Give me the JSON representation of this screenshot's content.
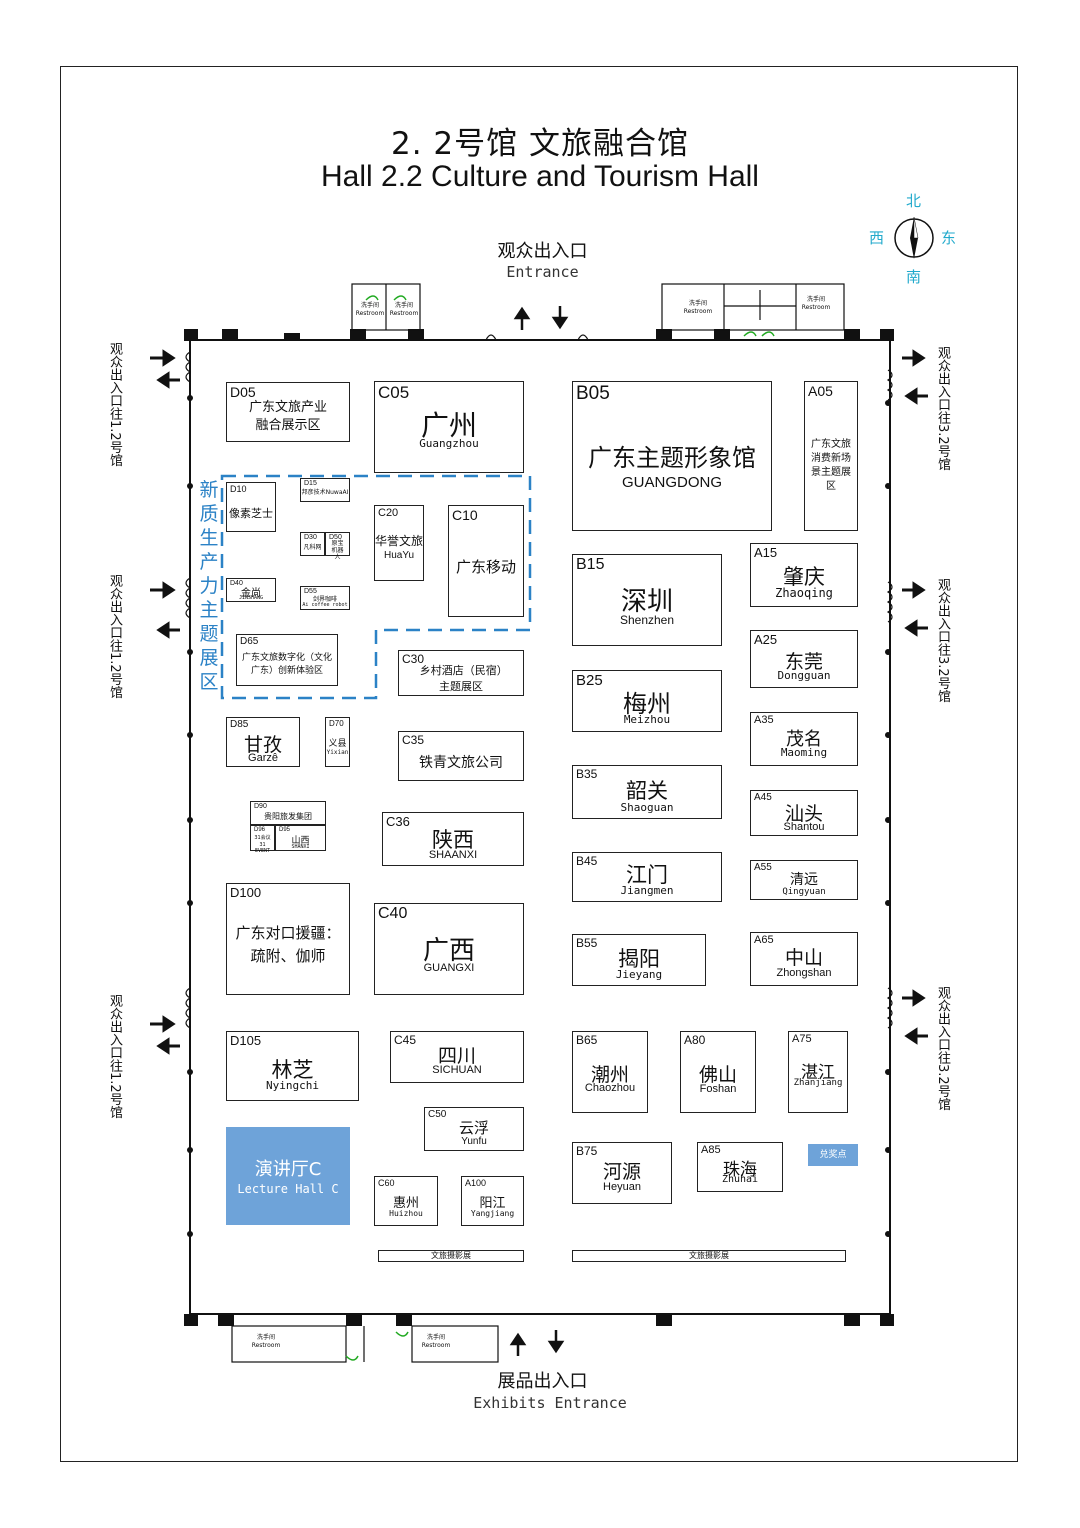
{
  "title": {
    "cn": "2. 2号馆 文旅融合馆",
    "en": "Hall 2.2 Culture and Tourism Hall"
  },
  "compass": {
    "north": "北",
    "south": "南",
    "east": "东",
    "west": "西"
  },
  "entrances": {
    "top": {
      "cn": "观众出入口",
      "en": "Entrance"
    },
    "bottom": {
      "cn": "展品出入口",
      "en": "Exhibits Entrance"
    },
    "left_label": "观众出入口往1.2号馆",
    "right_label": "观众出入口往3.2号馆"
  },
  "restroom": {
    "cn": "洗手间",
    "en": "Restroom"
  },
  "zone": {
    "label": "新质生产力主题展区"
  },
  "booths": {
    "D05": {
      "code": "D05",
      "cn": "广东文旅产业融合展示区"
    },
    "C05": {
      "code": "C05",
      "cn": "广州",
      "en": "Guangzhou"
    },
    "B05": {
      "code": "B05",
      "cn": "广东主题形象馆",
      "en": "GUANGDONG"
    },
    "A05": {
      "code": "A05",
      "cn": "广东文旅消费新场景主题展区"
    },
    "D10": {
      "code": "D10",
      "cn": "像素芝士"
    },
    "D15": {
      "code": "D15",
      "cn": "邦彦技术NuwaAI"
    },
    "D30": {
      "code": "D30",
      "cn": "凡科网"
    },
    "D50": {
      "code": "D50",
      "cn": "原宝机器人"
    },
    "D40": {
      "code": "D40",
      "cn": "金尚",
      "en": "JINSHANG"
    },
    "D55": {
      "code": "D55",
      "cn": "剑界咖啡",
      "en": "Ai coffee robot"
    },
    "C20": {
      "code": "C20",
      "cn": "华誉文旅",
      "en": "HuaYu"
    },
    "C10": {
      "code": "C10",
      "cn": "广东移动"
    },
    "D65": {
      "code": "D65",
      "cn": "广东文旅数字化（文化广东）创新体验区"
    },
    "C30": {
      "code": "C30",
      "cn": "乡村酒店（民宿）主题展区"
    },
    "B15": {
      "code": "B15",
      "cn": "深圳",
      "en": "Shenzhen"
    },
    "A15": {
      "code": "A15",
      "cn": "肇庆",
      "en": "Zhaoqing"
    },
    "A25": {
      "code": "A25",
      "cn": "东莞",
      "en": "Dongguan"
    },
    "B25": {
      "code": "B25",
      "cn": "梅州",
      "en": "Meizhou"
    },
    "D85": {
      "code": "D85",
      "cn": "甘孜",
      "en": "Garzê"
    },
    "D70": {
      "code": "D70",
      "cn": "义县",
      "en": "Yixian"
    },
    "C35": {
      "code": "C35",
      "cn": "铁青文旅公司"
    },
    "A35": {
      "code": "A35",
      "cn": "茂名",
      "en": "Maoming"
    },
    "B35": {
      "code": "B35",
      "cn": "韶关",
      "en": "Shaoguan"
    },
    "D90": {
      "code": "D90",
      "cn": "贵阳旅发集团"
    },
    "D96": {
      "code": "D96",
      "cn": "31会议",
      "en": "31 EVENT"
    },
    "D95": {
      "code": "D95",
      "cn": "山西",
      "en": "SHANXI"
    },
    "C36": {
      "code": "C36",
      "cn": "陕西",
      "en": "SHAANXI"
    },
    "A45": {
      "code": "A45",
      "cn": "汕头",
      "en": "Shantou"
    },
    "B45": {
      "code": "B45",
      "cn": "江门",
      "en": "Jiangmen"
    },
    "A55": {
      "code": "A55",
      "cn": "清远",
      "en": "Qingyuan"
    },
    "D100": {
      "code": "D100",
      "cn": "广东对口援疆：疏附、伽师"
    },
    "C40": {
      "code": "C40",
      "cn": "广西",
      "en": "GUANGXI"
    },
    "B55": {
      "code": "B55",
      "cn": "揭阳",
      "en": "Jieyang"
    },
    "A65": {
      "code": "A65",
      "cn": "中山",
      "en": "Zhongshan"
    },
    "D105": {
      "code": "D105",
      "cn": "林芝",
      "en": "Nyingchi"
    },
    "C45": {
      "code": "C45",
      "cn": "四川",
      "en": "SICHUAN"
    },
    "B65": {
      "code": "B65",
      "cn": "潮州",
      "en": "Chaozhou"
    },
    "A80": {
      "code": "A80",
      "cn": "佛山",
      "en": "Foshan"
    },
    "A75": {
      "code": "A75",
      "cn": "湛江",
      "en": "Zhanjiang"
    },
    "C50": {
      "code": "C50",
      "cn": "云浮",
      "en": "Yunfu"
    },
    "B75": {
      "code": "B75",
      "cn": "河源",
      "en": "Heyuan"
    },
    "A85": {
      "code": "A85",
      "cn": "珠海",
      "en": "Zhuhai"
    },
    "C60": {
      "code": "C60",
      "cn": "惠州",
      "en": "Huizhou"
    },
    "A100": {
      "code": "A100",
      "cn": "阳江",
      "en": "Yangjiang"
    }
  },
  "lecture_hall": {
    "cn": "演讲厅C",
    "en": "Lecture Hall C"
  },
  "redeem": "兑奖点",
  "photo_strip": "文旅摄影展",
  "colors": {
    "zone_blue": "#2b82c6",
    "lecture_blue": "#6ea3d9",
    "compass": "#22aacc"
  }
}
